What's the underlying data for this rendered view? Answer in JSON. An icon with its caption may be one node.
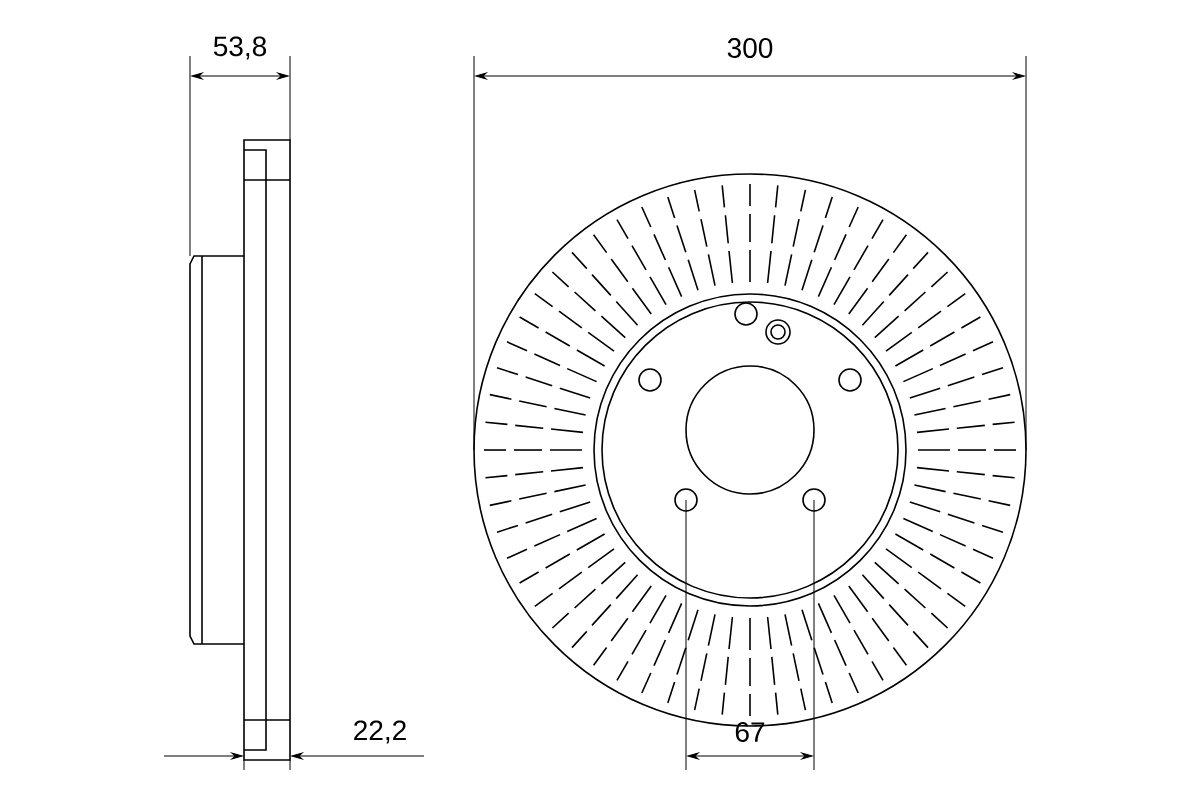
{
  "diagram": {
    "labels": [
      "53,8",
      "300",
      "22,2",
      "67"
    ]
  }
}
